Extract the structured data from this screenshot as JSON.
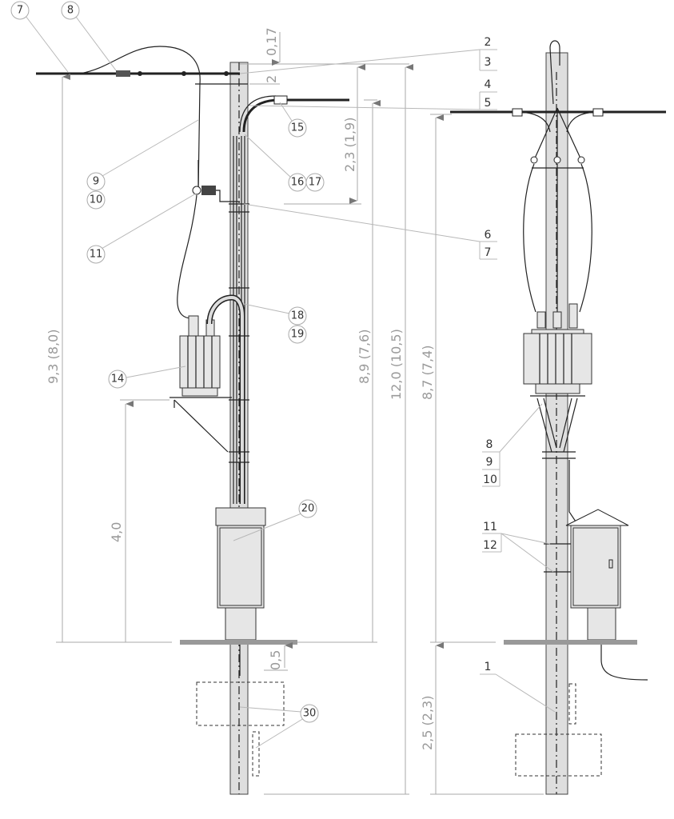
{
  "left_view": {
    "callouts": {
      "c7": "7",
      "c8": "8",
      "c9": "9",
      "c10": "10",
      "c11": "11",
      "c14": "14",
      "c15": "15",
      "c16": "16",
      "c17": "17",
      "c18": "18",
      "c19": "19",
      "c20": "20",
      "c30": "30"
    },
    "dimensions": {
      "top_offset": "0,17",
      "crossarm_gap": "2",
      "upper_span": "2,3 (1,9)",
      "wire_height": "9,3 (8,0)",
      "platform_height": "4,0",
      "mid_height": "8,9 (7,6)",
      "total_length": "12,0 (10,5)",
      "cable_depth": "0,5"
    }
  },
  "middle_labels": {
    "b2": "2",
    "b3": "3",
    "b4": "4",
    "b5": "5",
    "b6": "6",
    "b7": "7"
  },
  "right_view": {
    "labels": {
      "b8": "8",
      "b9": "9",
      "b10": "10",
      "b11": "11",
      "b12": "12",
      "b1": "1"
    },
    "dimensions": {
      "above_ground": "8,7 (7,4)",
      "below_ground": "2,5 (2,3)"
    }
  },
  "colors": {
    "pole": "#dedede",
    "dimension": "#a8a8a8",
    "ground": "#999999"
  }
}
